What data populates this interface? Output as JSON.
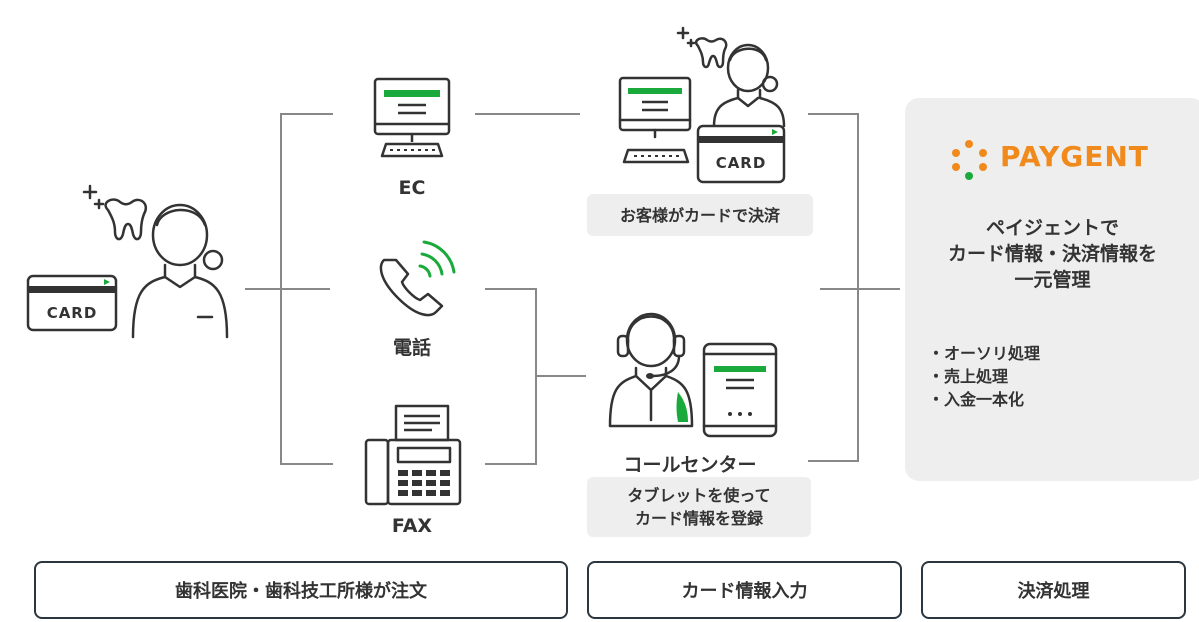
{
  "sources": {
    "ec_label": "EC",
    "phone_label": "電話",
    "fax_label": "FAX"
  },
  "customer_card_text": "CARD",
  "counter_card_text": "CARD",
  "notes": {
    "customer_pays": "お客様がカードで決済",
    "call_center_label": "コールセンター",
    "tablet_entry": "タブレットを使って\nカード情報を登録"
  },
  "paygent": {
    "brand": "PAYGENT",
    "title": "ペイジェントで\nカード情報・決済情報を\n一元管理",
    "features": [
      "・オーソリ処理",
      "・売上処理",
      "・入金一本化"
    ]
  },
  "footer": {
    "order": "歯科医院・歯科技工所様が注文",
    "input": "カード情報入力",
    "settlement": "決済処理"
  },
  "colors": {
    "accent_green": "#1aaa3c",
    "brand_orange": "#f08a1c",
    "line": "#888888",
    "stroke": "#333333",
    "panel_bg": "#eeeeee",
    "footer_border": "#2a3740"
  }
}
